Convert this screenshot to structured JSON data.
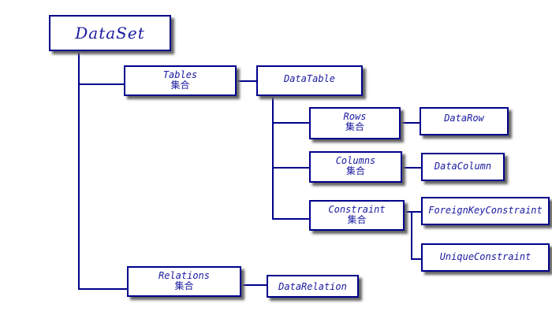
{
  "diagram": {
    "title": "DataSet object model",
    "colors": {
      "line": "#00008b",
      "text": "#1a1aa0",
      "box_fill": "#ffffff"
    },
    "nodes": {
      "dataset": {
        "label": "DataSet"
      },
      "tables": {
        "label": "Tables",
        "sub": "集合"
      },
      "datatable": {
        "label": "DataTable"
      },
      "rows": {
        "label": "Rows",
        "sub": "集合"
      },
      "datarow": {
        "label": "DataRow"
      },
      "columns": {
        "label": "Columns",
        "sub": "集合"
      },
      "datacolumn": {
        "label": "DataColumn"
      },
      "constraint": {
        "label": "Constraint",
        "sub": "集合"
      },
      "foreignkey": {
        "label": "ForeignKeyConstraint"
      },
      "unique": {
        "label": "UniqueConstraint"
      },
      "relations": {
        "label": "Relations",
        "sub": "集合"
      },
      "datarelation": {
        "label": "DataRelation"
      }
    },
    "edges": [
      [
        "DataSet",
        "Tables 集合"
      ],
      [
        "Tables 集合",
        "DataTable"
      ],
      [
        "DataTable",
        "Rows 集合"
      ],
      [
        "Rows 集合",
        "DataRow"
      ],
      [
        "DataTable",
        "Columns 集合"
      ],
      [
        "Columns 集合",
        "DataColumn"
      ],
      [
        "DataTable",
        "Constraint 集合"
      ],
      [
        "Constraint 集合",
        "ForeignKeyConstraint"
      ],
      [
        "Constraint 集合",
        "UniqueConstraint"
      ],
      [
        "DataSet",
        "Relations 集合"
      ],
      [
        "Relations 集合",
        "DataRelation"
      ]
    ]
  }
}
